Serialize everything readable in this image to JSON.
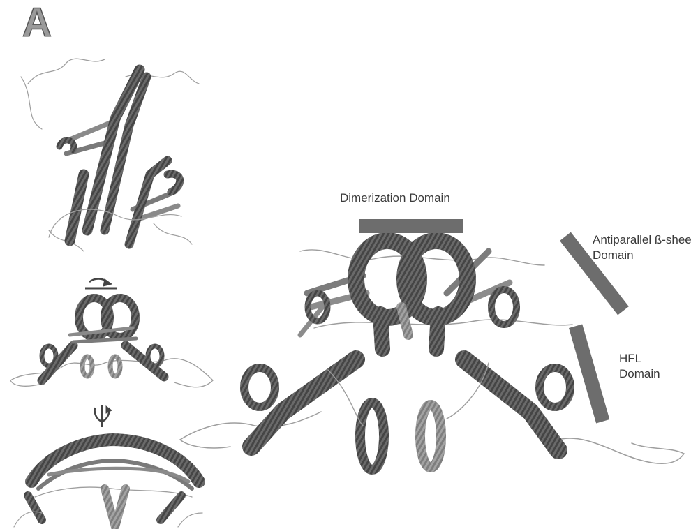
{
  "panel_label": "A",
  "annotations": {
    "dimerization": "Dimerization Domain",
    "antiparallel_line1": "Antiparallel ß-sheet",
    "antiparallel_line2": "Domain",
    "hfl_line1": "HFL",
    "hfl_line2": "Domain"
  },
  "colors": {
    "helix": "#555555",
    "helix_light": "#8a8a8a",
    "coil": "#9e9e9e",
    "domain_bar": "#6d6d6d",
    "text": "#3a3a3a"
  }
}
